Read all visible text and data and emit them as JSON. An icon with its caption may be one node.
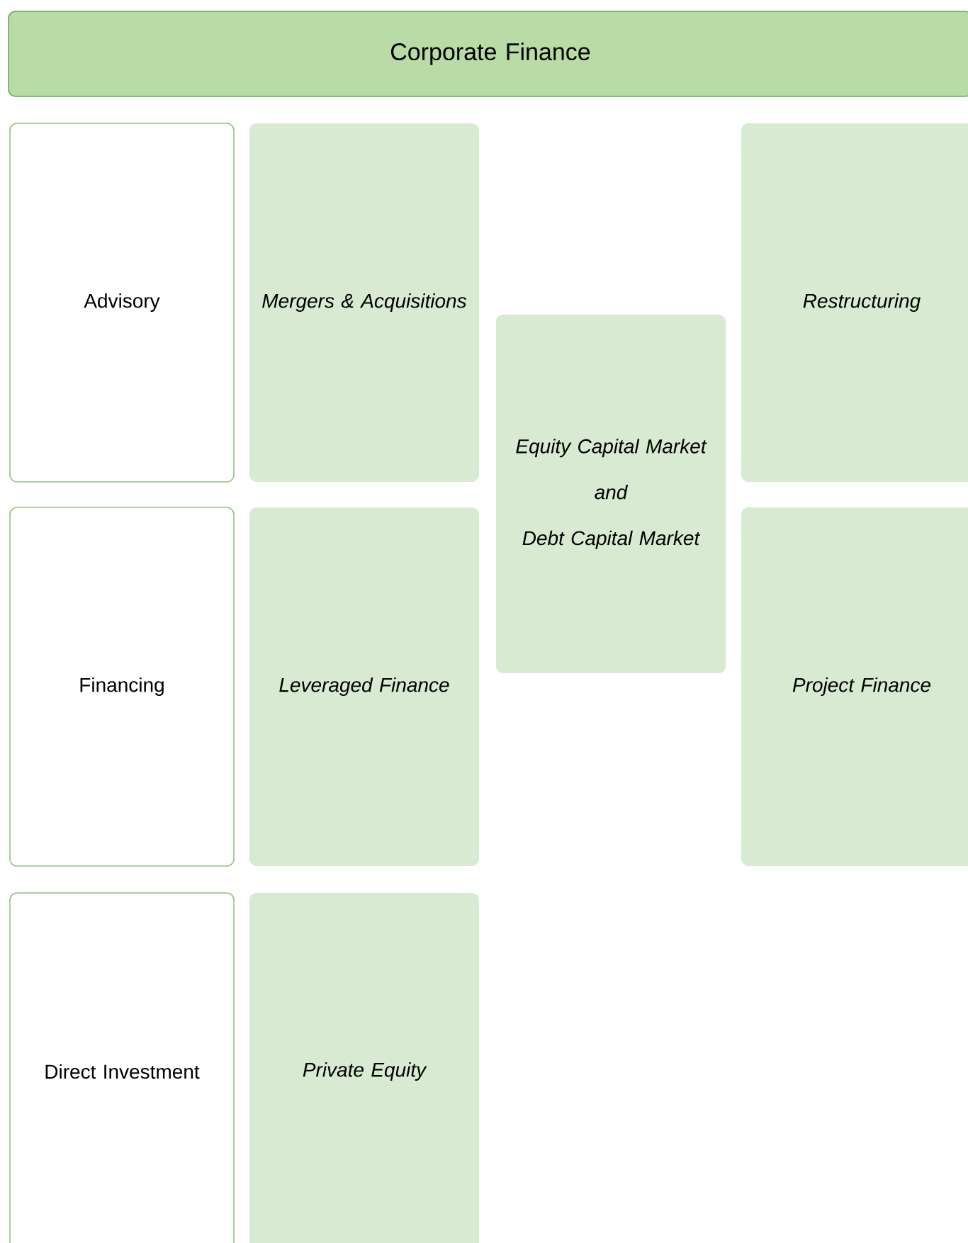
{
  "diagram": {
    "nodes": [
      {
        "text": [
          "Corporate Finance"
        ]
      },
      {
        "text": [
          "Advisory"
        ]
      },
      {
        "text": [
          "Mergers & Acquisitions"
        ]
      },
      {
        "text": [
          "Equity Capital Market",
          "and",
          "Debt Capital Market"
        ]
      },
      {
        "text": [
          "Restructuring"
        ]
      },
      {
        "text": [
          "Financing"
        ]
      },
      {
        "text": [
          "Leveraged Finance"
        ]
      },
      {
        "text": [
          "Project Finance"
        ]
      },
      {
        "text": [
          "Direct Investment"
        ]
      },
      {
        "text": [
          "Private Equity"
        ]
      }
    ]
  }
}
